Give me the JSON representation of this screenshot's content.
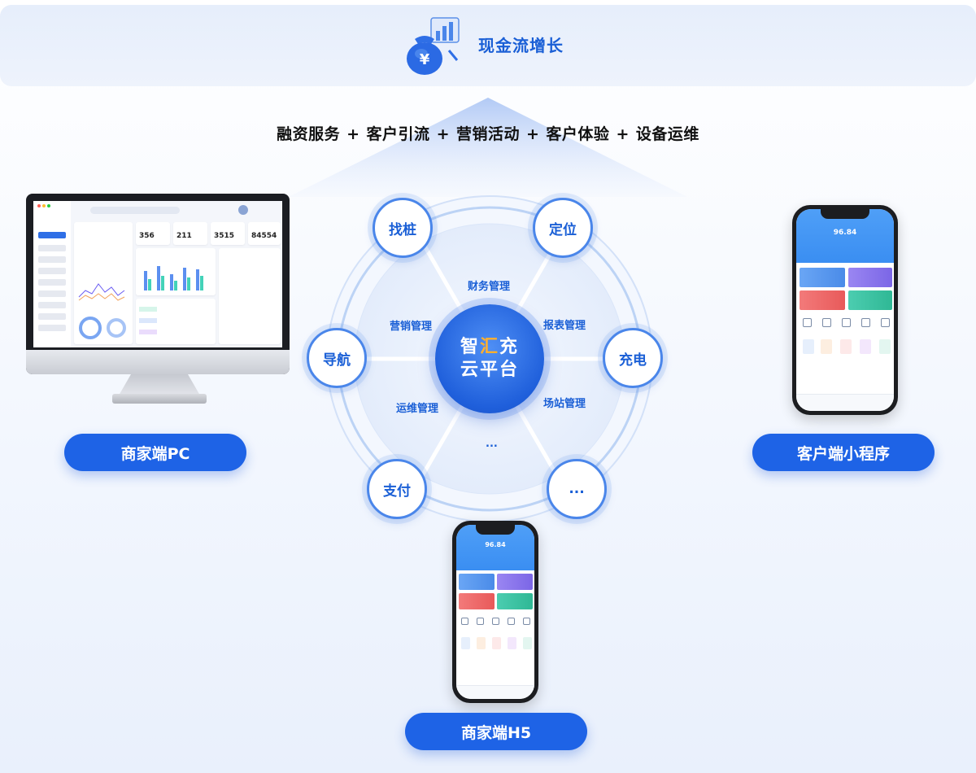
{
  "banner": {
    "title": "现金流增长",
    "icon": "money-bag-chart-icon"
  },
  "formula": {
    "items": [
      "融资服务",
      "客户引流",
      "营销活动",
      "客户体验",
      "设备运维"
    ],
    "separator": "+"
  },
  "core": {
    "line1_a": "智",
    "line1_accent": "汇",
    "line1_b": "充",
    "line2": "云平台"
  },
  "segments": [
    "财务管理",
    "报表管理",
    "场站管理",
    "...",
    "运维管理",
    "营销管理"
  ],
  "outer_nodes": [
    "找桩",
    "定位",
    "充电",
    "...",
    "支付",
    "导航"
  ],
  "clients": {
    "pc": "商家端PC",
    "mini_program": "客户端小程序",
    "h5": "商家端H5"
  },
  "pc_mock": {
    "stats": [
      "356",
      "211",
      "3515",
      "84554"
    ]
  },
  "phone_mock": {
    "balance": "96.84"
  },
  "colors": {
    "brand_blue": "#1e63e6",
    "accent_orange": "#ffb02e",
    "text_blue": "#1a5fd6"
  }
}
